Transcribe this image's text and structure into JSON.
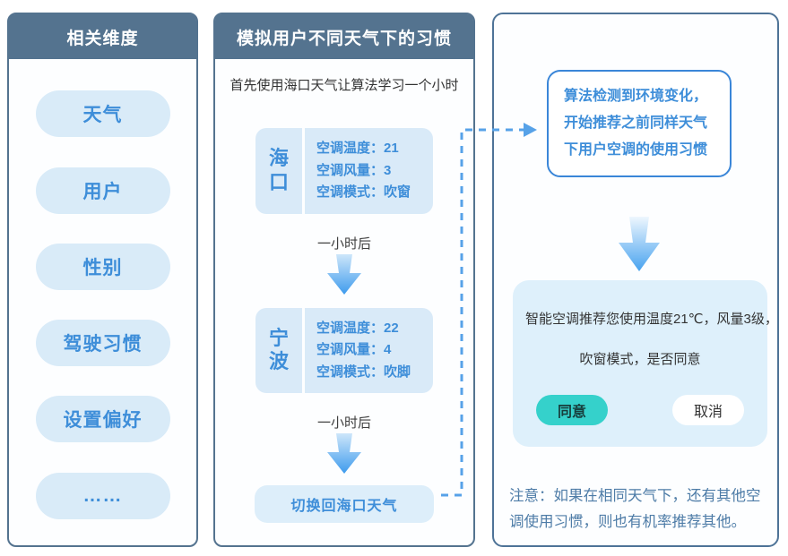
{
  "colors": {
    "header_bg": "#54738f",
    "panel_border": "#54738f",
    "accent_blue": "#3e8ed9",
    "pill_bg": "#d9ebf8",
    "card_bg": "#d9eaf8",
    "callout_border": "#3a86d8",
    "rec_card_bg": "#def0fb",
    "agree_teal": "#35d1cb",
    "note_blue": "#4e7ca7",
    "connector_blue": "#57a2e8"
  },
  "left_panel": {
    "title": "相关维度",
    "items": [
      "天气",
      "用户",
      "性别",
      "驾驶习惯",
      "设置偏好",
      "……"
    ]
  },
  "middle_panel": {
    "title": "模拟用户不同天气下的习惯",
    "intro": "首先使用海口天气让算法学习一个小时",
    "interval_label": "一小时后",
    "steps": [
      {
        "city": "海口",
        "rows": [
          "空调温度：21",
          "空调风量：3",
          "空调模式：吹窗"
        ]
      },
      {
        "city": "宁波",
        "rows": [
          "空调温度：22",
          "空调风量：4",
          "空调模式：吹脚"
        ]
      }
    ],
    "switch_back": "切换回海口天气"
  },
  "right_panel": {
    "callout_lines": [
      "算法检测到环境变化，",
      "开始推荐之前同样天气",
      "下用户空调的使用习惯"
    ],
    "recommend_lines": [
      "智能空调推荐您使用温度21℃，风量3级，",
      "吹窗模式，是否同意"
    ],
    "agree_label": "同意",
    "cancel_label": "取消",
    "note": "注意：如果在相同天气下，还有其他空调使用习惯，则也有机率推荐其他。"
  },
  "icons": {
    "down_arrow": "down-arrow-icon",
    "dashed_connector": "dashed-flow-arrow"
  }
}
